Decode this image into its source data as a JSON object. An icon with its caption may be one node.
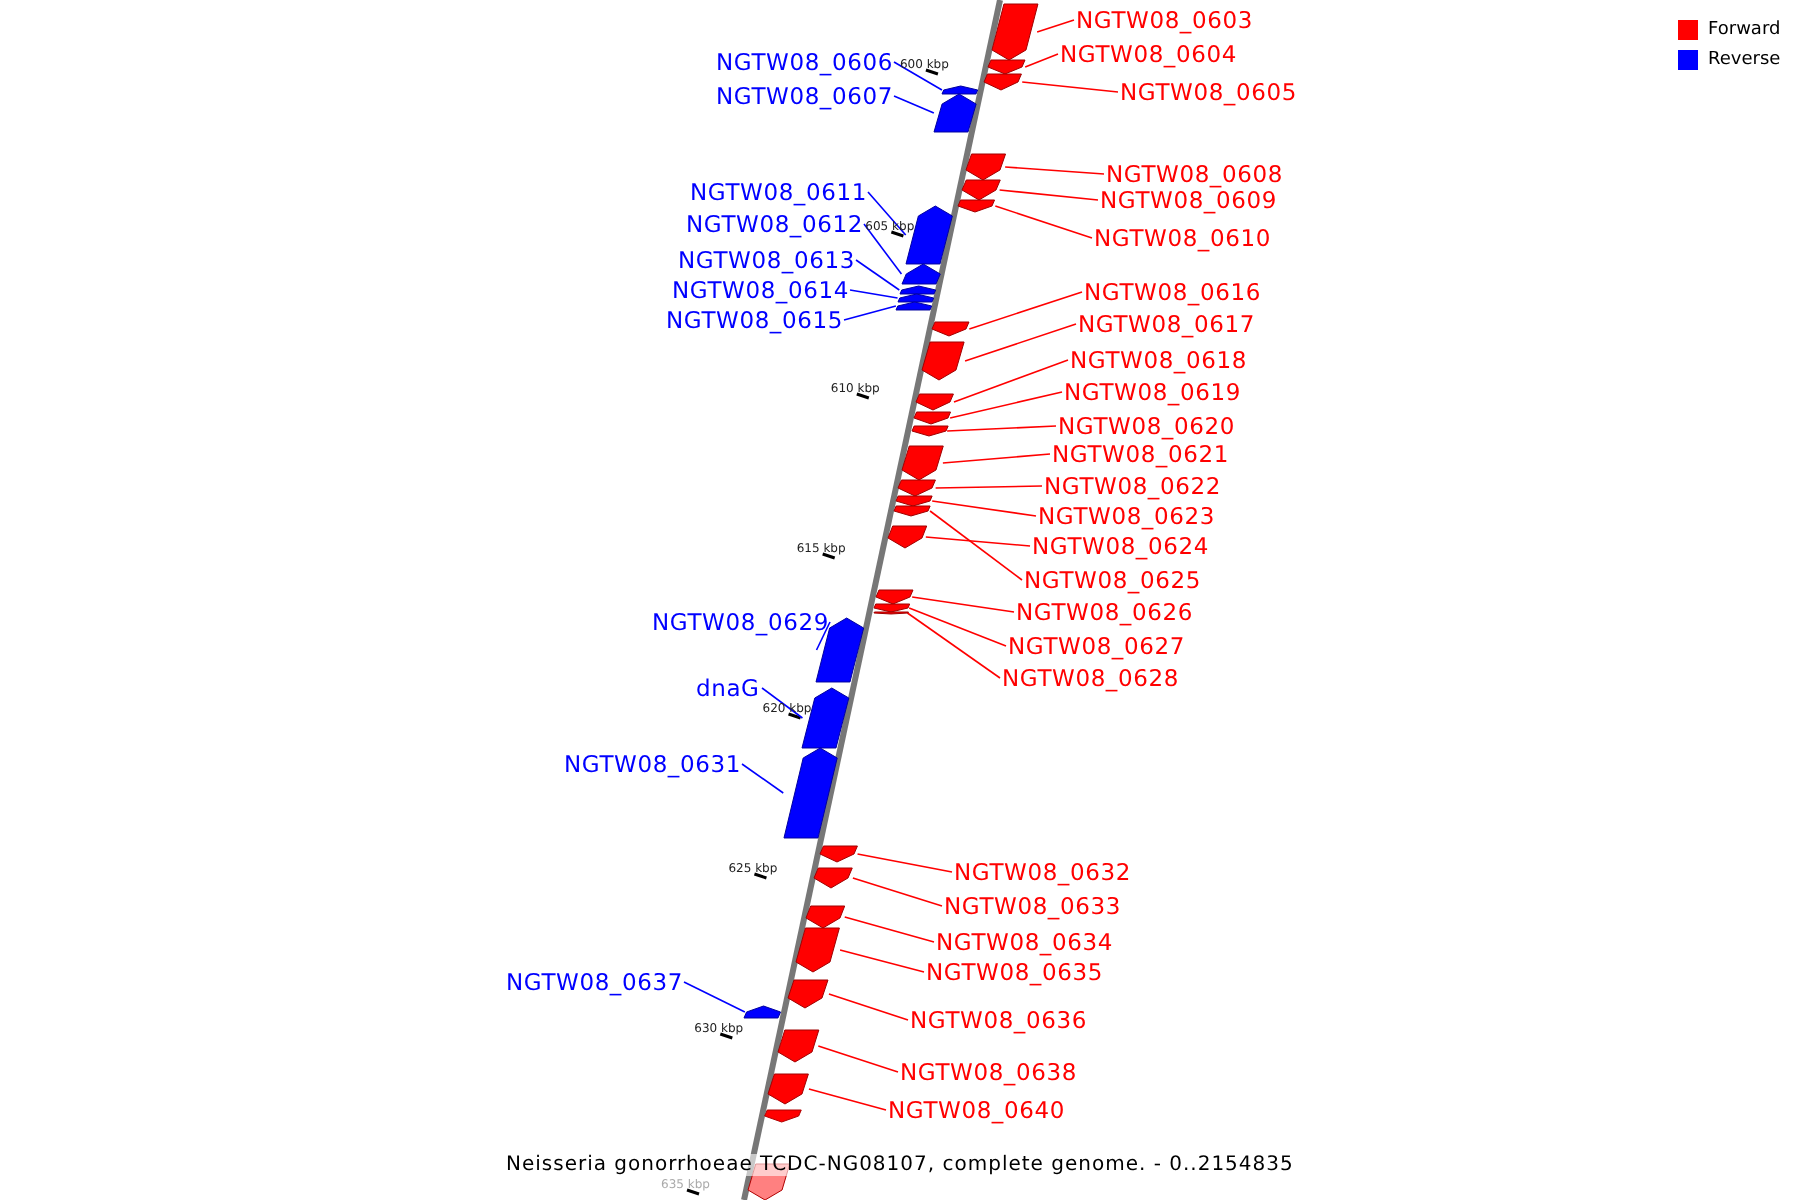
{
  "diagram": {
    "caption": "Neisseria gonorrhoeae TCDC-NG08107, complete genome. - 0..2154835",
    "nodes": [
      {
        "text": [
          "NGTW08_0603"
        ]
      },
      {
        "text": [],
        "shape": "bar"
      },
      {
        "text": [
          "NGTW08_0604"
        ]
      },
      {
        "text": [],
        "shape": "bar"
      },
      {
        "text": [
          "NGTW08_0606"
        ]
      },
      {
        "text": [],
        "shape": "bar"
      },
      {
        "text": [
          "NGTW08_0605"
        ]
      },
      {
        "text": [],
        "shape": "bar"
      },
      {
        "text": [
          "NGTW08_0607"
        ]
      },
      {
        "text": [],
        "shape": "bar"
      },
      {
        "text": [
          "NGTW08_0608"
        ]
      },
      {
        "text": [],
        "shape": "bar"
      },
      {
        "text": [
          "NGTW08_0611"
        ]
      },
      {
        "text": [],
        "shape": "bar"
      },
      {
        "text": [
          "NGTW08_0609"
        ]
      },
      {
        "text": [],
        "shape": "bar"
      },
      {
        "text": [
          "NGTW08_0612"
        ]
      },
      {
        "text": [],
        "shape": "bar"
      },
      {
        "text": [
          "NGTW08_0610"
        ]
      },
      {
        "text": [],
        "shape": "bar"
      },
      {
        "text": [
          "NGTW08_0613"
        ]
      },
      {
        "text": [],
        "shape": "bar"
      },
      {
        "text": [
          "NGTW08_0614"
        ]
      },
      {
        "text": [],
        "shape": "bar"
      },
      {
        "text": [
          "NGTW08_0616"
        ]
      },
      {
        "text": [],
        "shape": "bar"
      },
      {
        "text": [
          "NGTW08_0615"
        ]
      },
      {
        "text": [],
        "shape": "bar"
      },
      {
        "text": [
          "NGTW08_0617"
        ]
      },
      {
        "text": [],
        "shape": "bar"
      },
      {
        "text": [
          "NGTW08_0618"
        ]
      },
      {
        "text": [],
        "shape": "bar"
      },
      {
        "text": [
          "NGTW08_0619"
        ]
      },
      {
        "text": [],
        "shape": "bar"
      },
      {
        "text": [
          "NGTW08_0620"
        ]
      },
      {
        "text": [],
        "shape": "bar"
      },
      {
        "text": [
          "NGTW08_0621"
        ]
      },
      {
        "text": [],
        "shape": "bar"
      },
      {
        "text": [
          "NGTW08_0622"
        ]
      },
      {
        "text": [],
        "shape": "bar"
      },
      {
        "text": [
          "NGTW08_0623"
        ]
      },
      {
        "text": [],
        "shape": "bar"
      },
      {
        "text": [
          "NGTW08_0624"
        ]
      },
      {
        "text": [],
        "shape": "bar"
      },
      {
        "text": [
          "NGTW08_0625"
        ]
      },
      {
        "text": [],
        "shape": "bar"
      },
      {
        "text": [
          "NGTW08_0626"
        ]
      },
      {
        "text": [],
        "shape": "bar"
      },
      {
        "text": [
          "NGTW08_0627"
        ]
      },
      {
        "text": [],
        "shape": "bar"
      },
      {
        "text": [
          "NGTW08_0628"
        ]
      },
      {
        "text": [],
        "shape": "bar"
      },
      {
        "text": [
          "NGTW08_0629"
        ]
      },
      {
        "text": [],
        "shape": "bar"
      },
      {
        "text": [
          "dnaG"
        ]
      },
      {
        "text": [],
        "shape": "bar"
      },
      {
        "text": [
          "NGTW08_0631"
        ]
      },
      {
        "text": [],
        "shape": "bar"
      },
      {
        "text": [
          "NGTW08_0632"
        ]
      },
      {
        "text": [],
        "shape": "bar"
      },
      {
        "text": [
          "NGTW08_0633"
        ]
      },
      {
        "text": [],
        "shape": "bar"
      },
      {
        "text": [
          "NGTW08_0634"
        ]
      },
      {
        "text": [],
        "shape": "bar"
      },
      {
        "text": [
          "NGTW08_0635"
        ]
      },
      {
        "text": [],
        "shape": "bar"
      },
      {
        "text": [
          "NGTW08_0637"
        ]
      },
      {
        "text": [],
        "shape": "bar"
      },
      {
        "text": [
          "NGTW08_0636"
        ]
      },
      {
        "text": [],
        "shape": "bar"
      },
      {
        "text": [
          "NGTW08_0638"
        ]
      },
      {
        "text": [],
        "shape": "bar"
      },
      {
        "text": [
          "NGTW08_0640"
        ]
      },
      {
        "text": [],
        "shape": "bar"
      }
    ],
    "edges": [
      {
        "from": 0,
        "to": 1,
        "arrow": "none"
      },
      {
        "from": 2,
        "to": 3,
        "arrow": "none"
      },
      {
        "from": 4,
        "to": 5,
        "arrow": "none",
        "color": "#0000ff"
      },
      {
        "from": 6,
        "to": 7,
        "arrow": "none"
      },
      {
        "from": 8,
        "to": 9,
        "arrow": "none",
        "color": "#0000ff"
      },
      {
        "from": 10,
        "to": 11,
        "arrow": "none"
      },
      {
        "from": 12,
        "to": 13,
        "arrow": "none",
        "color": "#0000ff"
      },
      {
        "from": 14,
        "to": 15,
        "arrow": "none"
      },
      {
        "from": 16,
        "to": 17,
        "arrow": "none",
        "color": "#0000ff"
      },
      {
        "from": 18,
        "to": 19,
        "arrow": "none"
      },
      {
        "from": 20,
        "to": 21,
        "arrow": "none",
        "color": "#0000ff"
      },
      {
        "from": 22,
        "to": 23,
        "arrow": "none",
        "color": "#0000ff"
      },
      {
        "from": 24,
        "to": 25,
        "arrow": "none"
      },
      {
        "from": 26,
        "to": 27,
        "arrow": "none",
        "color": "#0000ff"
      },
      {
        "from": 28,
        "to": 29,
        "arrow": "none"
      },
      {
        "from": 30,
        "to": 31,
        "arrow": "none"
      },
      {
        "from": 32,
        "to": 33,
        "arrow": "none"
      },
      {
        "from": 34,
        "to": 35,
        "arrow": "none"
      },
      {
        "from": 36,
        "to": 37,
        "arrow": "none"
      },
      {
        "from": 38,
        "to": 39,
        "arrow": "none"
      },
      {
        "from": 40,
        "to": 41,
        "arrow": "none"
      },
      {
        "from": 42,
        "to": 43,
        "arrow": "none"
      },
      {
        "from": 44,
        "to": 45,
        "arrow": "none"
      },
      {
        "from": 46,
        "to": 47,
        "arrow": "none"
      },
      {
        "from": 48,
        "to": 49,
        "arrow": "none"
      },
      {
        "from": 50,
        "to": 51,
        "arrow": "none"
      },
      {
        "from": 52,
        "to": 53,
        "arrow": "none",
        "color": "#0000ff"
      },
      {
        "from": 54,
        "to": 55,
        "arrow": "none",
        "color": "#0000ff"
      },
      {
        "from": 56,
        "to": 57,
        "arrow": "none",
        "color": "#0000ff"
      },
      {
        "from": 58,
        "to": 59,
        "arrow": "none"
      },
      {
        "from": 60,
        "to": 61,
        "arrow": "none"
      },
      {
        "from": 62,
        "to": 63,
        "arrow": "none"
      },
      {
        "from": 64,
        "to": 65,
        "arrow": "none"
      },
      {
        "from": 66,
        "to": 67,
        "arrow": "none",
        "color": "#0000ff"
      },
      {
        "from": 68,
        "to": 69,
        "arrow": "none"
      },
      {
        "from": 70,
        "to": 71,
        "arrow": "none"
      },
      {
        "from": 72,
        "to": 73,
        "arrow": "none"
      }
    ],
    "labels": [
      "600 kbp",
      "605 kbp",
      "610 kbp",
      "615 kbp",
      "620 kbp",
      "625 kbp",
      "630 kbp",
      "635 kbp"
    ],
    "legend": [
      {
        "text": "Forward",
        "color": "#ff0000"
      },
      {
        "text": "Reverse",
        "color": "#0000ff"
      }
    ]
  }
}
